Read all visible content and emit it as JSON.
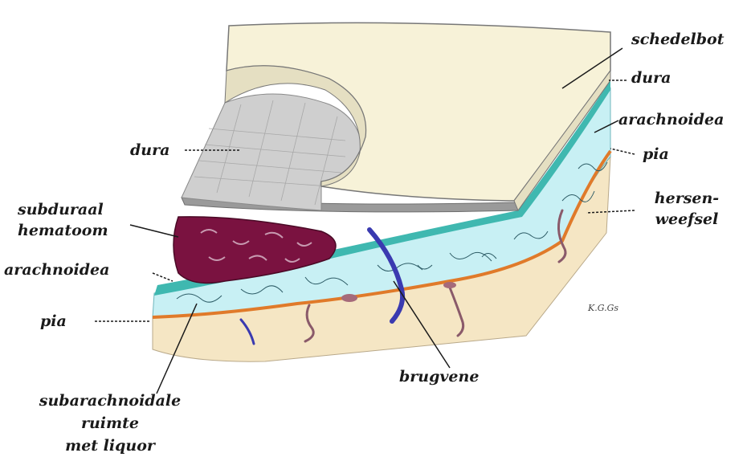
{
  "labels": {
    "schedelbot": "schedelbot",
    "dura_right": "dura",
    "arachnoidea_right": "arachnoidea",
    "pia_right": "pia",
    "hersenweefsel_1": "hersen-",
    "hersenweefsel_2": "weefsel",
    "dura_left": "dura",
    "subduraal_1": "subduraal",
    "subduraal_2": "hematoom",
    "arachnoidea_left": "arachnoidea",
    "pia_left": "pia",
    "subarachnoidale_1": "subarachnoidale",
    "subarachnoidale_2": "ruimte",
    "subarachnoidale_3": "met liquor",
    "brugvene": "brugvene"
  },
  "signature": "K.G.Gs",
  "colors": {
    "bone": "#f7f2d8",
    "bone_side": "#e5dfc2",
    "dura": "#9a9a9a",
    "dura_surface": "#cfcfcf",
    "arachnoid": "#3fb8b0",
    "csf_space": "#c8f0f4",
    "pia": "#e07a2a",
    "brain": "#f5e6c4",
    "hematoma": "#7a1240",
    "vein": "#3a3ab0"
  }
}
